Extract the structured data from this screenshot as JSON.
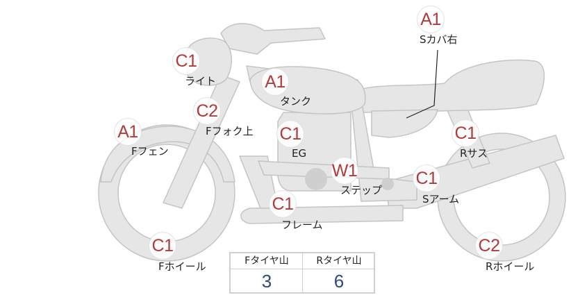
{
  "parts": [
    {
      "id": "s-cover-right",
      "grade": "A1",
      "label": "Sカバ右"
    },
    {
      "id": "light",
      "grade": "C1",
      "label": "ライト"
    },
    {
      "id": "tank",
      "grade": "A1",
      "label": "タンク"
    },
    {
      "id": "front-fork-upper",
      "grade": "C2",
      "label": "Fフォク上"
    },
    {
      "id": "front-fender",
      "grade": "A1",
      "label": "Fフェン"
    },
    {
      "id": "engine",
      "grade": "C1",
      "label": "EG"
    },
    {
      "id": "rear-suspension",
      "grade": "C1",
      "label": "Rサス"
    },
    {
      "id": "step",
      "grade": "W1",
      "label": "ステップ"
    },
    {
      "id": "swing-arm",
      "grade": "C1",
      "label": "Sアーム"
    },
    {
      "id": "frame",
      "grade": "C1",
      "label": "フレーム"
    },
    {
      "id": "front-wheel",
      "grade": "C1",
      "label": "Fホイール"
    },
    {
      "id": "rear-wheel",
      "grade": "C2",
      "label": "Rホイール"
    }
  ],
  "tread_table": {
    "front_header": "Fタイヤ山",
    "rear_header": "Rタイヤ山",
    "front_value": "3",
    "rear_value": "6"
  },
  "colors": {
    "grade_text": "#b23a3a",
    "tread_value": "#2f4a7d",
    "silhouette_fill": "#e6e6e6",
    "silhouette_stroke": "#c4c4c4"
  }
}
